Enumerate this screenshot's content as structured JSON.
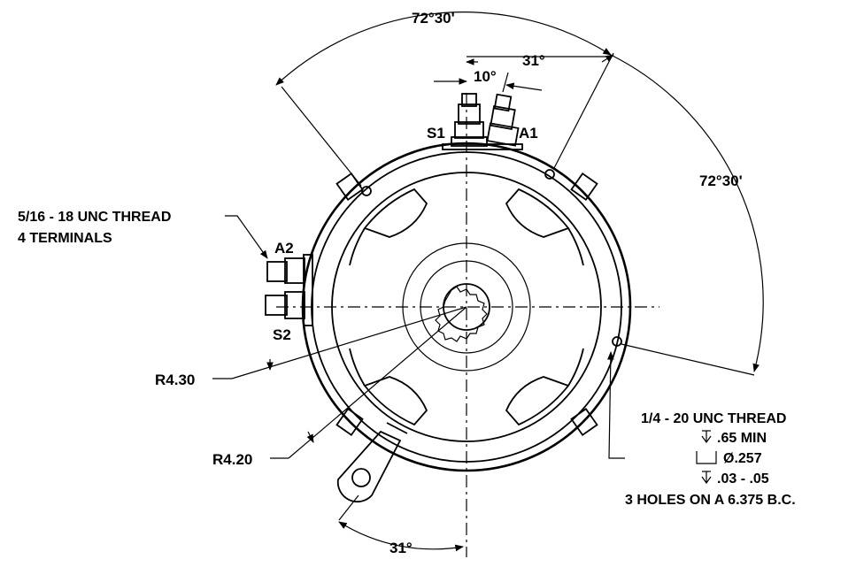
{
  "dimensions": {
    "angle_top": "72°30'",
    "angle_right": "72°30'",
    "angle_31_top": "31°",
    "angle_10": "10°",
    "angle_31_bottom": "31°",
    "radius_outer": "R4.30",
    "radius_inner": "R4.20"
  },
  "terminals": {
    "s1": "S1",
    "a1": "A1",
    "a2": "A2",
    "s2": "S2"
  },
  "notes": {
    "terminal_thread_line1": "5/16 - 18 UNC THREAD",
    "terminal_thread_line2": "4 TERMINALS",
    "hole_thread": "1/4 - 20 UNC THREAD",
    "hole_depth": ".65 MIN",
    "hole_cbore": "Ø.257",
    "hole_cbore_depth": ".03 - .05",
    "hole_pattern": "3 HOLES ON A 6.375 B.C."
  },
  "icons": {
    "depth_symbol": "depth-icon",
    "counterbore_symbol": "counterbore-icon"
  }
}
